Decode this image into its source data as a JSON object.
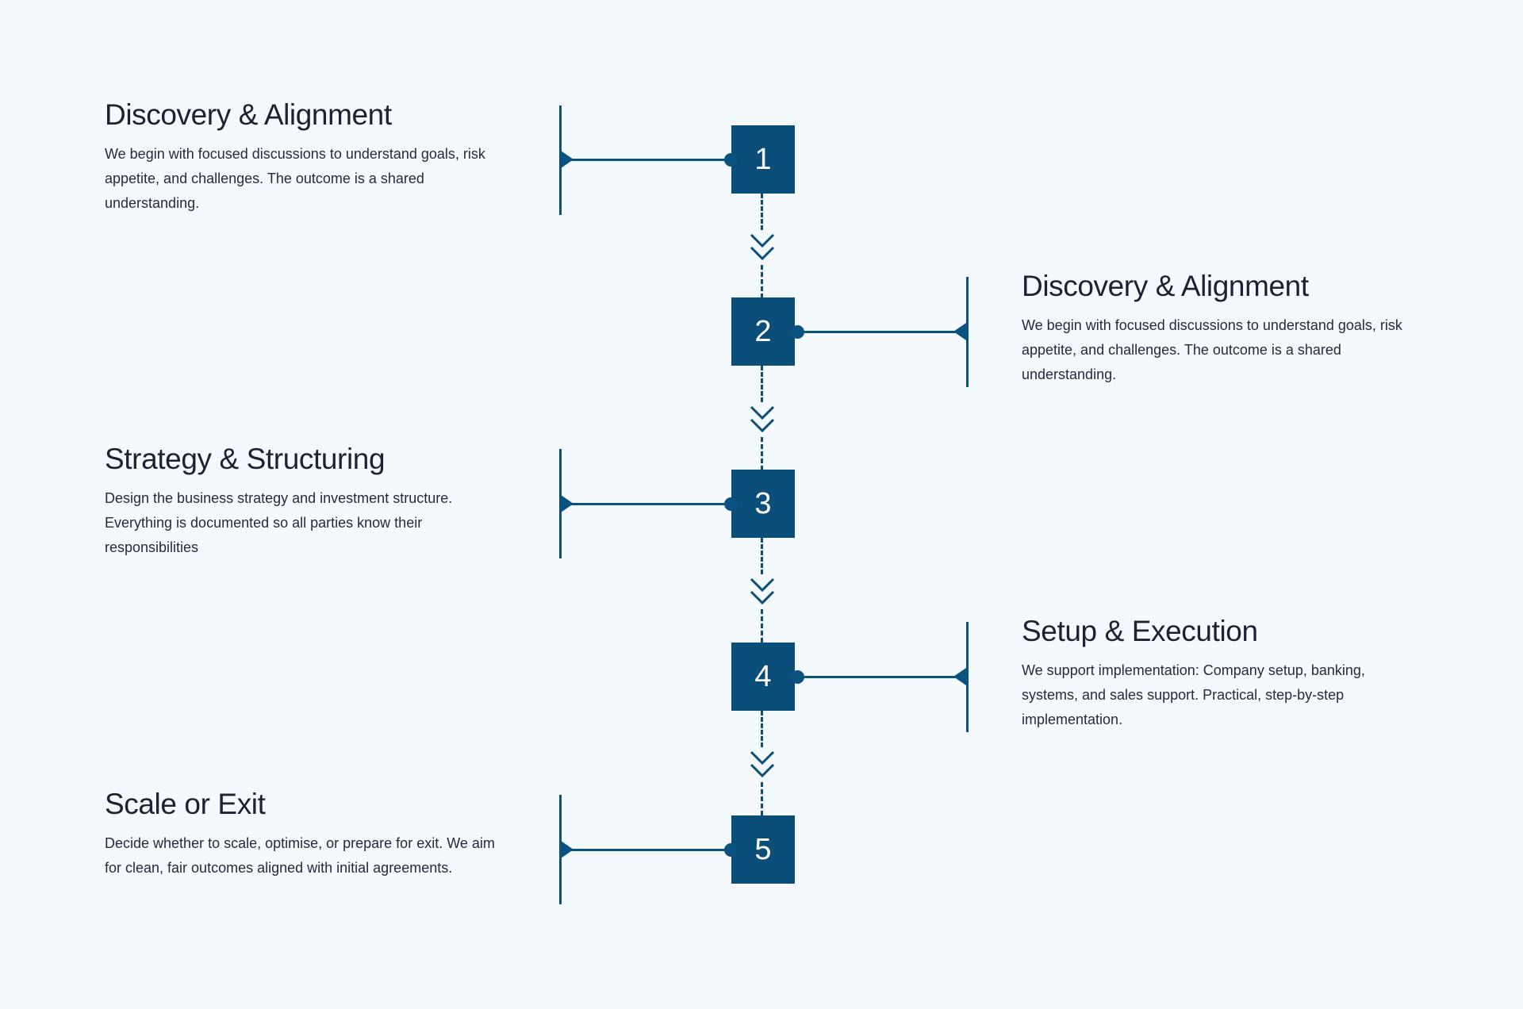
{
  "theme": {
    "background": "#f4f9fd",
    "node_fill": "#0a4e79",
    "node_text": "#ffffff",
    "connector": "#0a5280",
    "title_color": "#1d2233",
    "body_color": "#252b3b"
  },
  "steps": [
    {
      "number": "1",
      "side": "left",
      "title": "Discovery & Alignment",
      "description": "We begin with focused discussions to understand goals, risk appetite, and challenges. The outcome is a shared understanding."
    },
    {
      "number": "2",
      "side": "right",
      "title": "Discovery & Alignment",
      "description": "We begin with focused discussions to understand goals, risk appetite, and challenges. The outcome is a shared understanding."
    },
    {
      "number": "3",
      "side": "left",
      "title": "Strategy & Structuring",
      "description": "Design the business strategy and investment structure. Everything is documented so all parties know their responsibilities"
    },
    {
      "number": "4",
      "side": "right",
      "title": "Setup & Execution",
      "description": "We support implementation: Company setup, banking, systems, and sales support. Practical, step-by-step implementation."
    },
    {
      "number": "5",
      "side": "left",
      "title": "Scale or Exit",
      "description": "Decide whether to scale, optimise, or prepare for exit. We aim for clean, fair outcomes aligned with initial agreements."
    }
  ],
  "connectors": {
    "chevron_count": 4,
    "icon": "double-chevron-down-icon"
  }
}
